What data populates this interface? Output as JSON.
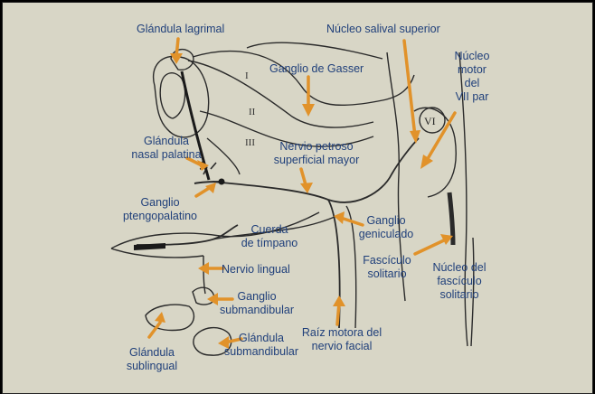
{
  "colors": {
    "background": "#d8d6c6",
    "label_text": "#1f3f7a",
    "arrow": "#e1922a",
    "drawing": "#222222"
  },
  "labels": {
    "glandula_lagrimal": "Glándula lagrimal",
    "nucleo_salival_superior": "Núcleo salival superior",
    "nucleo_motor_vii": "Núcleo\nmotor\ndel\nVII par",
    "ganglio_gasser": "Ganglio de Gasser",
    "glandula_nasal_palatina": "Glándula\nnasal palatina",
    "nervio_petroso": "Nervio petroso\nsuperficial mayor",
    "ganglio_pterigopalatino": "Ganglio\nptengopalatino",
    "cuerda_timpano": "Cuerda\nde tímpano",
    "ganglio_geniculado": "Ganglio\ngeniculado",
    "fasciculo_solitario": "Fascículo\nsolitario",
    "nervio_lingual": "Nervio lingual",
    "ganglio_submandibular": "Ganglio\nsubmandibular",
    "nucleo_fasciculo_solitario": "Núcleo del\nfascículo\nsolitario",
    "glandula_sublingual": "Glándula\nsublingual",
    "glandula_submandibular": "Glándula\nsubmandibular",
    "raiz_motora": "Raíz motora del\nnervio facial"
  },
  "drawing_marks": {
    "roman_i": "I",
    "roman_ii": "II",
    "roman_iii": "III",
    "roman_vi": "VI"
  }
}
